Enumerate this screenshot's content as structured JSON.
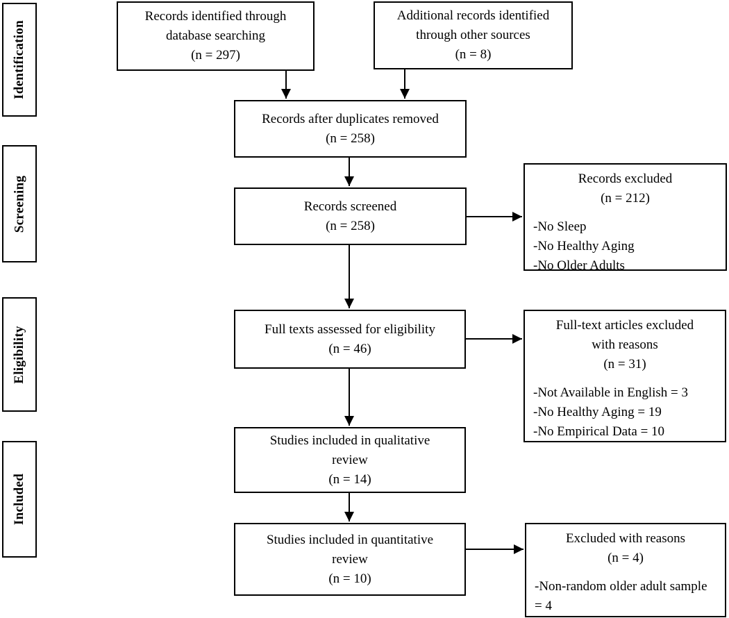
{
  "colors": {
    "border": "#000000",
    "text": "#000000",
    "background": "#ffffff"
  },
  "stages": [
    {
      "label": "Identification"
    },
    {
      "label": "Screening"
    },
    {
      "label": "Eligibility"
    },
    {
      "label": "Included"
    }
  ],
  "flow": {
    "db_search": {
      "lines": [
        "Records identified through",
        "database searching",
        "(n = 297)"
      ]
    },
    "other_sources": {
      "lines": [
        "Additional records identified",
        "through other sources",
        "(n = 8)"
      ]
    },
    "duplicates_removed": {
      "lines": [
        "Records after duplicates removed",
        "(n = 258)"
      ]
    },
    "screened": {
      "lines": [
        "Records screened",
        "(n = 258)"
      ]
    },
    "full_text_assessed": {
      "lines": [
        "Full texts assessed for eligibility",
        "(n = 46)"
      ]
    },
    "qualitative": {
      "lines": [
        "Studies included in qualitative",
        "review",
        "(n = 14)"
      ]
    },
    "quantitative": {
      "lines": [
        "Studies included in quantitative",
        "review",
        "(n = 10)"
      ]
    }
  },
  "exclusions": {
    "records_excluded": {
      "title": [
        "Records excluded",
        "(n = 212)"
      ],
      "items": [
        "-No Sleep",
        "-No Healthy Aging",
        "-No Older Adults"
      ]
    },
    "fulltext_excluded": {
      "title": [
        "Full-text articles excluded",
        "with reasons",
        "(n = 31)"
      ],
      "items": [
        "-Not Available in English = 3",
        "-No Healthy Aging = 19",
        "-No Empirical Data = 10"
      ]
    },
    "quantitative_excluded": {
      "title": [
        "Excluded with reasons",
        "(n = 4)"
      ],
      "items": [
        "-Non-random older adult sample = 4"
      ]
    }
  }
}
